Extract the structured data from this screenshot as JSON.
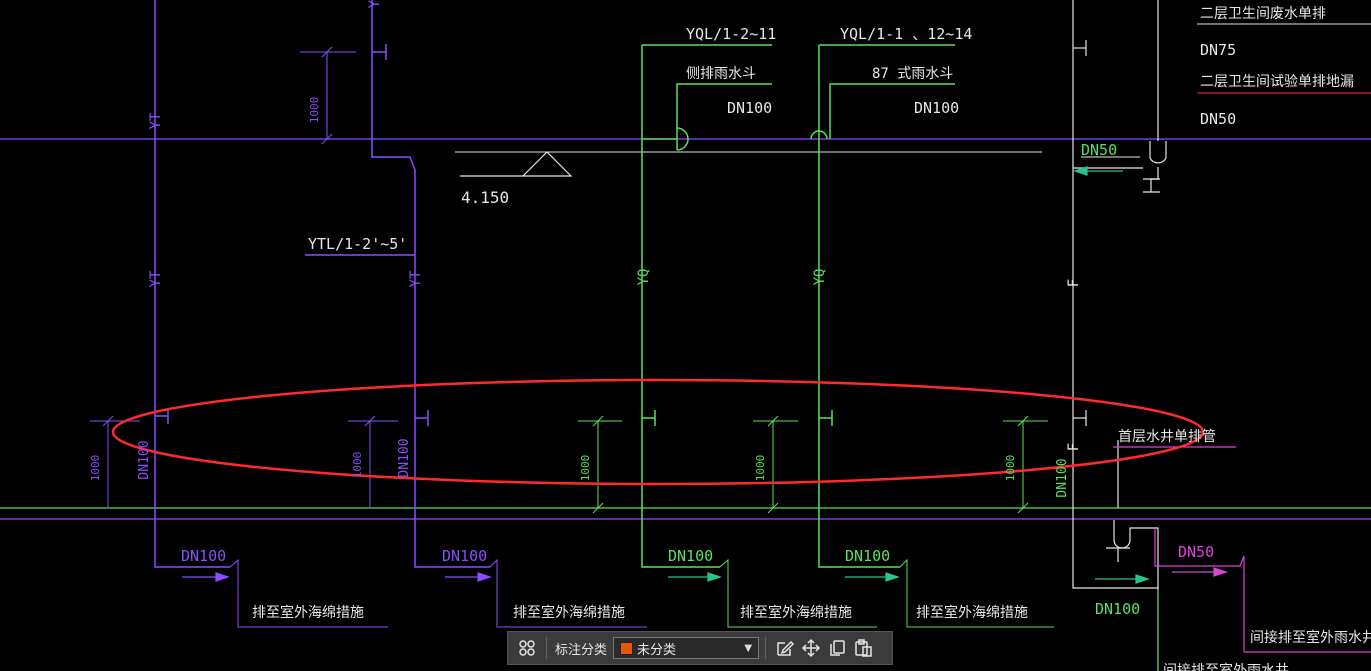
{
  "cad": {
    "colors": {
      "purple": "#8A4DFF",
      "green": "#5BE05B",
      "white": "#E6E6E6",
      "red": "#FF2A2A",
      "magenta": "#E040E0",
      "arrowGreen": "#29C48A",
      "arrowMagenta": "#D04BD0"
    },
    "labels": {
      "yql_a": "YQL/1-2~11",
      "yql_b": "YQL/1-1 、12~14",
      "side_drain": "侧排雨水斗",
      "drain87": "87 式雨水斗",
      "dn100_a": "DN100",
      "dn100_b": "DN100",
      "top_note1": "二层卫生间废水单排",
      "dn75": "DN75",
      "top_note2": "二层卫生间试验单排地漏",
      "dn50_top": "DN50",
      "dn50_mid": "DN50",
      "elev": "4.150",
      "ytl": "YTL/1-2'~5'",
      "ground_single": "首层水井单排管",
      "dn50_right": "DN50",
      "indirect": "间接排至室外雨水井",
      "dn100_bot_right": "DN100",
      "indirect_cut": "间接排至室外雨水井"
    },
    "pipe_tags": [
      "YT",
      "YT",
      "YT",
      "YT",
      "YQ",
      "YQ",
      "F",
      "F"
    ],
    "dims": {
      "upper": "1000",
      "lower": [
        "1000",
        "1000",
        "1000",
        "1000",
        "1000"
      ]
    },
    "riser_dn": [
      "DN100",
      "DN100",
      "DN100"
    ],
    "outlets": [
      {
        "dn": "DN100",
        "text": "排至室外海绵措施"
      },
      {
        "dn": "DN100",
        "text": "排至室外海绵措施"
      },
      {
        "dn": "DN100",
        "text": "排至室外海绵措施"
      },
      {
        "dn": "DN100",
        "text": "排至室外海绵措施"
      }
    ]
  },
  "toolbar": {
    "label": "标注分类",
    "select_value": "未分类",
    "swatch_color": "#E8560A",
    "icons": [
      "grid-icon",
      "edit-icon",
      "move-icon",
      "copy-icon",
      "paste-icon"
    ]
  }
}
